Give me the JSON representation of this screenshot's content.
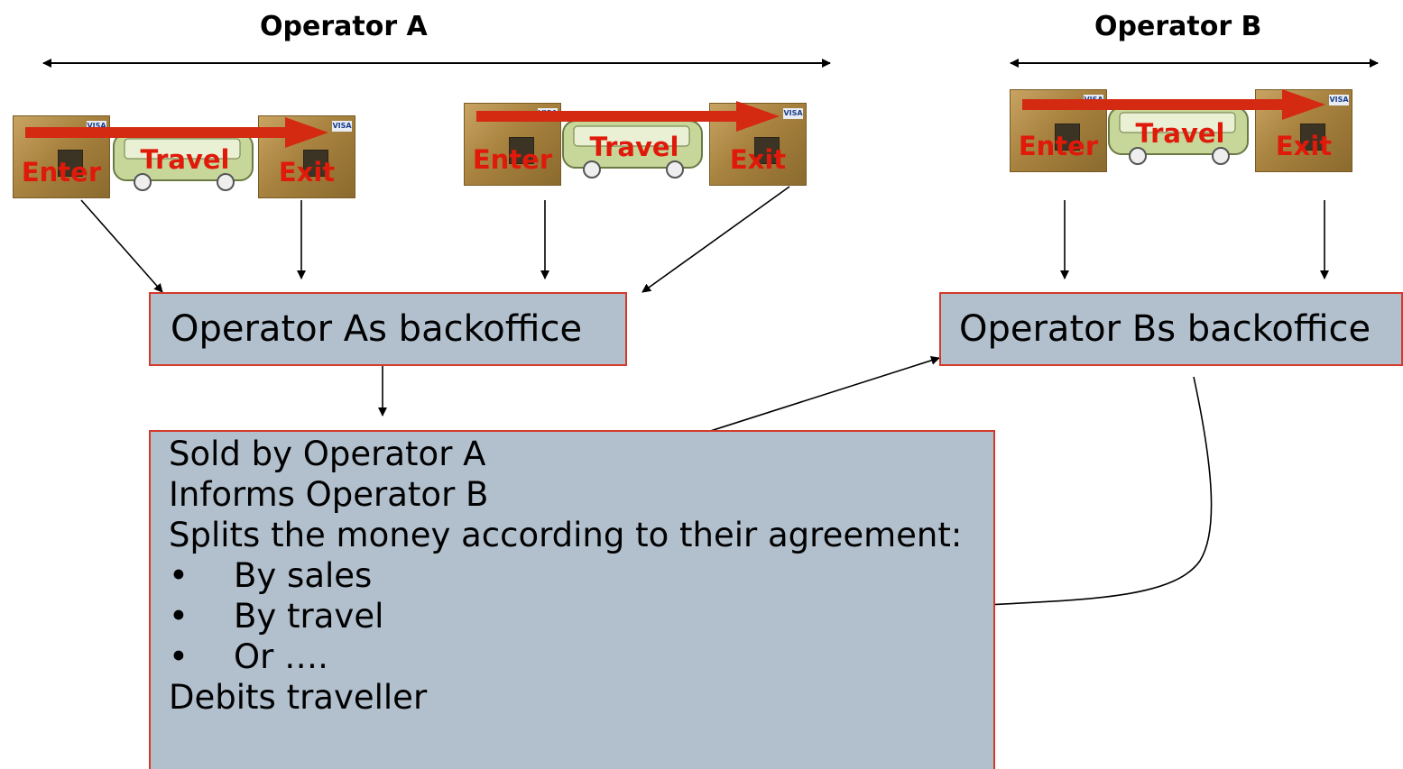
{
  "operators": {
    "a_title": "Operator A",
    "b_title": "Operator B"
  },
  "journey": {
    "enter": "Enter",
    "travel": "Travel",
    "exit": "Exit",
    "card_brand": "VISA"
  },
  "backoffice": {
    "a_label": "Operator As backoffice",
    "b_label": "Operator Bs backoffice"
  },
  "settlement": {
    "lines": [
      "Sold by Operator A",
      "Informs Operator B",
      "Splits the money according to their agreement:"
    ],
    "bullets": [
      "By sales",
      "By travel",
      "Or …."
    ],
    "last_line": "Debits traveller",
    "bullet_char": "•"
  },
  "colors": {
    "label_red": "#e01a0a",
    "arrow_red": "#d42a12",
    "box_fill": "#b2c0ce",
    "box_border": "#d43a2a"
  }
}
